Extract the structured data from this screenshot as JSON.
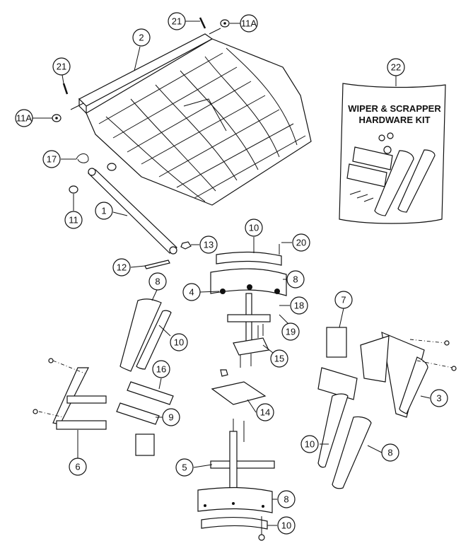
{
  "callouts": [
    {
      "id": "c21a",
      "label": "21"
    },
    {
      "id": "c11a",
      "label": "11A"
    },
    {
      "id": "c2",
      "label": "2"
    },
    {
      "id": "c21b",
      "label": "21"
    },
    {
      "id": "c11a2",
      "label": "11A"
    },
    {
      "id": "c17",
      "label": "17"
    },
    {
      "id": "c11",
      "label": "11"
    },
    {
      "id": "c1",
      "label": "1"
    },
    {
      "id": "c12",
      "label": "12"
    },
    {
      "id": "c13",
      "label": "13"
    },
    {
      "id": "c10a",
      "label": "10"
    },
    {
      "id": "c20",
      "label": "20"
    },
    {
      "id": "c8a",
      "label": "8"
    },
    {
      "id": "c4",
      "label": "4"
    },
    {
      "id": "c18",
      "label": "18"
    },
    {
      "id": "c19",
      "label": "19"
    },
    {
      "id": "c15",
      "label": "15"
    },
    {
      "id": "c8b",
      "label": "8"
    },
    {
      "id": "c10b",
      "label": "10"
    },
    {
      "id": "c16",
      "label": "16"
    },
    {
      "id": "c9",
      "label": "9"
    },
    {
      "id": "c6",
      "label": "6"
    },
    {
      "id": "c7",
      "label": "7"
    },
    {
      "id": "c3",
      "label": "3"
    },
    {
      "id": "c14",
      "label": "14"
    },
    {
      "id": "c10c",
      "label": "10"
    },
    {
      "id": "c8c",
      "label": "8"
    },
    {
      "id": "c5",
      "label": "5"
    },
    {
      "id": "c8d",
      "label": "8"
    },
    {
      "id": "c10d",
      "label": "10"
    },
    {
      "id": "c22",
      "label": "22"
    }
  ],
  "kit": {
    "title_line1": "WIPER & SCRAPPER",
    "title_line2": "HARDWARE KIT"
  }
}
